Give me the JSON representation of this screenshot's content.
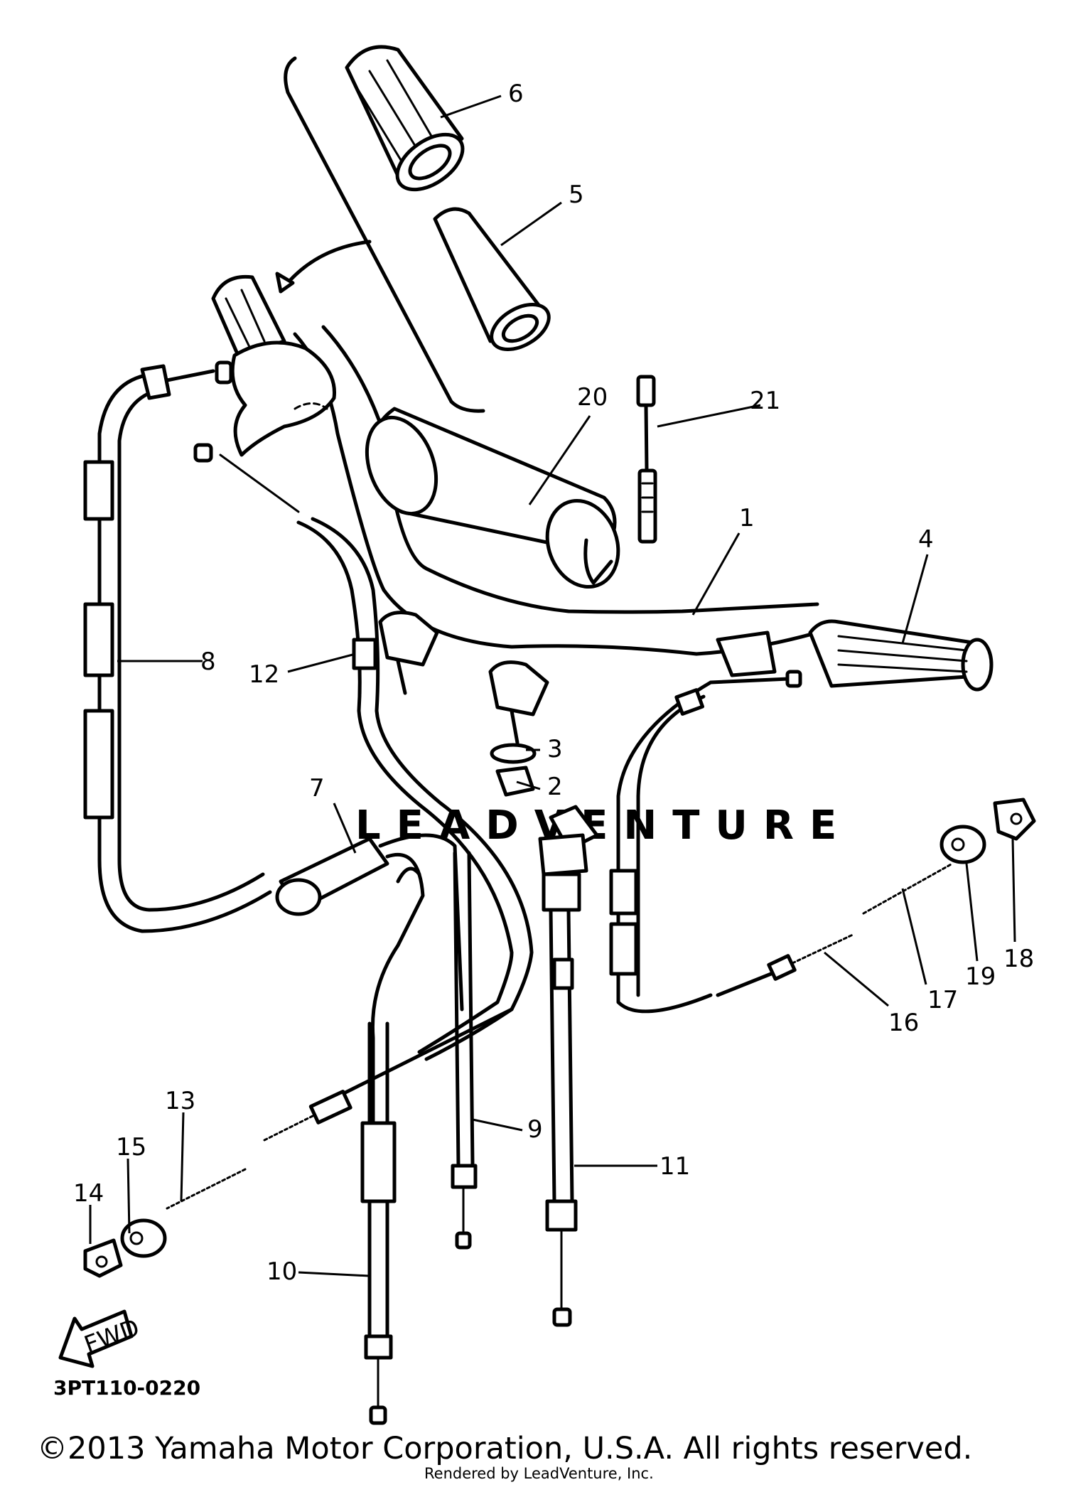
{
  "diagram": {
    "code": "3PT110-0220",
    "copyright": "©2013 Yamaha Motor Corporation, U.S.A. All rights reserved.",
    "rendered_by": "Rendered by LeadVenture, Inc.",
    "watermark": "LEADVENTURE",
    "direction_label": "FWD",
    "callouts": [
      "1",
      "2",
      "3",
      "4",
      "5",
      "6",
      "7",
      "8",
      "9",
      "10",
      "11",
      "12",
      "13",
      "14",
      "15",
      "16",
      "17",
      "18",
      "19",
      "20",
      "21"
    ]
  }
}
